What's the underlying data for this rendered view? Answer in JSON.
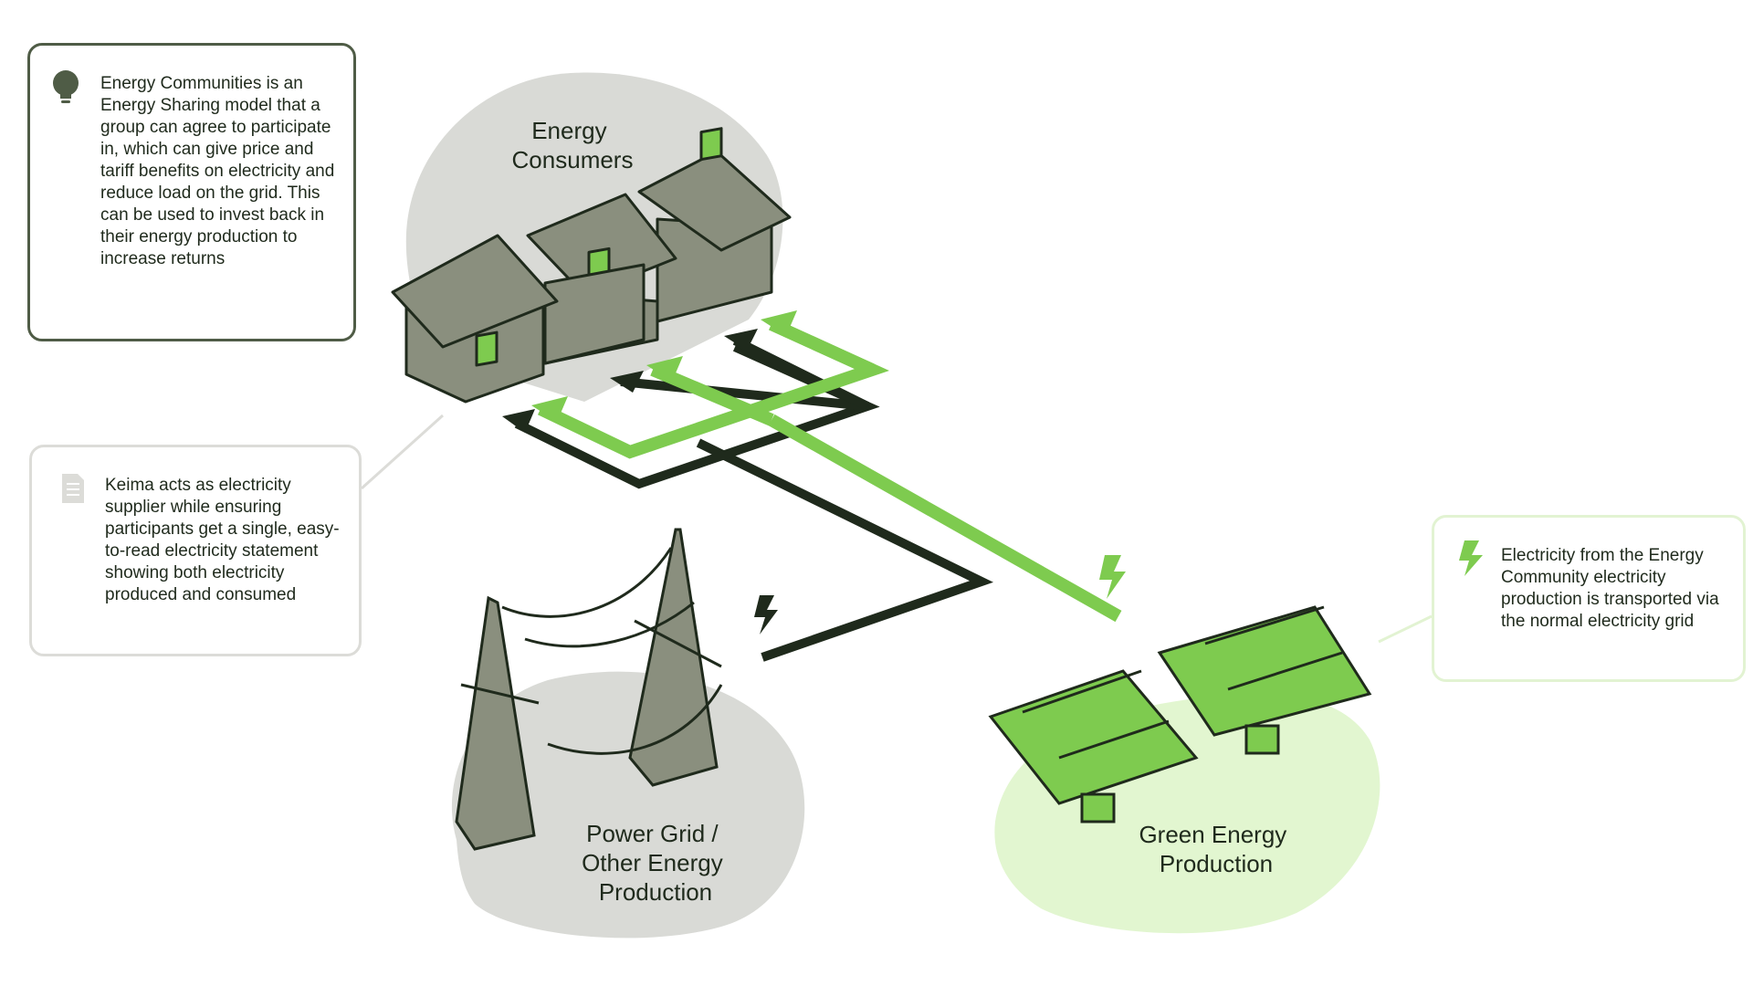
{
  "nodes": {
    "consumers": {
      "label_lines": [
        "Energy",
        "Consumers"
      ]
    },
    "grid": {
      "label_lines": [
        "Power Grid /",
        "Other Energy",
        "Production"
      ]
    },
    "green": {
      "label_lines": [
        "Green Energy",
        "Production"
      ]
    }
  },
  "cards": {
    "energy_communities": {
      "icon": "lightbulb-icon",
      "text": "Energy Communities is an Energy Sharing model that a group can agree to participate in, which can give price and tariff benefits on electricity and reduce load on the grid. This can be used to invest back in their energy production to increase returns"
    },
    "keima": {
      "icon": "document-icon",
      "text": "Keima acts as electricity supplier while ensuring participants get a single, easy-to-read electricity statement showing both electricity produced and consumed"
    },
    "electricity_grid": {
      "icon": "lightning-icon",
      "text": "Electricity from the Energy Community electricity production is transported via the normal electricity grid"
    }
  },
  "colors": {
    "dark_green": "#1f2a1c",
    "bright_green": "#7ecb4f",
    "house_grey": "#8a8f7e",
    "blob_grey": "#d9dad6",
    "blob_light_green": "#e2f6d0",
    "card_border_dark": "#4f5c46",
    "card_border_grey": "#dcdcd8",
    "card_border_green": "#e2f3d2"
  }
}
